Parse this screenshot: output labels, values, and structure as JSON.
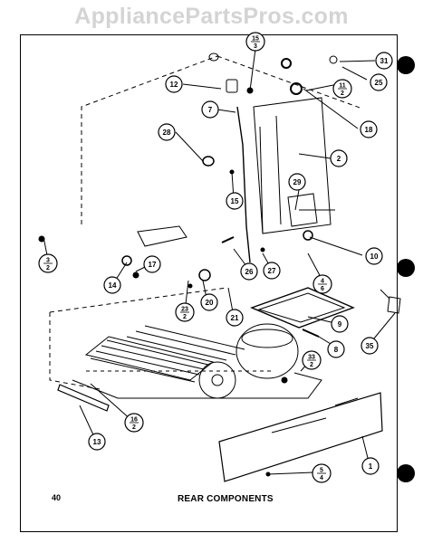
{
  "watermark": "AppliancePartsPros.com",
  "page_number": "40",
  "title": "REAR COMPONENTS",
  "callouts": [
    {
      "id": "c15-3",
      "label": "15",
      "sub": "3"
    },
    {
      "id": "c31",
      "label": "31"
    },
    {
      "id": "c11-2",
      "label": "11",
      "sub": "2"
    },
    {
      "id": "c25",
      "label": "25"
    },
    {
      "id": "c12",
      "label": "12"
    },
    {
      "id": "c7",
      "label": "7"
    },
    {
      "id": "c18",
      "label": "18"
    },
    {
      "id": "c28",
      "label": "28"
    },
    {
      "id": "c2",
      "label": "2"
    },
    {
      "id": "c15",
      "label": "15"
    },
    {
      "id": "c29",
      "label": "29"
    },
    {
      "id": "c10",
      "label": "10"
    },
    {
      "id": "c3-2",
      "label": "3",
      "sub": "2"
    },
    {
      "id": "c14",
      "label": "14"
    },
    {
      "id": "c17",
      "label": "17"
    },
    {
      "id": "c26",
      "label": "26"
    },
    {
      "id": "c27",
      "label": "27"
    },
    {
      "id": "c4-6",
      "label": "4",
      "sub": "6"
    },
    {
      "id": "c23-2",
      "label": "23",
      "sub": "2"
    },
    {
      "id": "c20",
      "label": "20"
    },
    {
      "id": "c21",
      "label": "21"
    },
    {
      "id": "c9",
      "label": "9"
    },
    {
      "id": "c8",
      "label": "8"
    },
    {
      "id": "c35",
      "label": "35"
    },
    {
      "id": "c33-2",
      "label": "33",
      "sub": "2"
    },
    {
      "id": "c13",
      "label": "13"
    },
    {
      "id": "c16-2",
      "label": "16",
      "sub": "2"
    },
    {
      "id": "c1",
      "label": "1"
    },
    {
      "id": "c5-4",
      "label": "5",
      "sub": "4"
    }
  ]
}
